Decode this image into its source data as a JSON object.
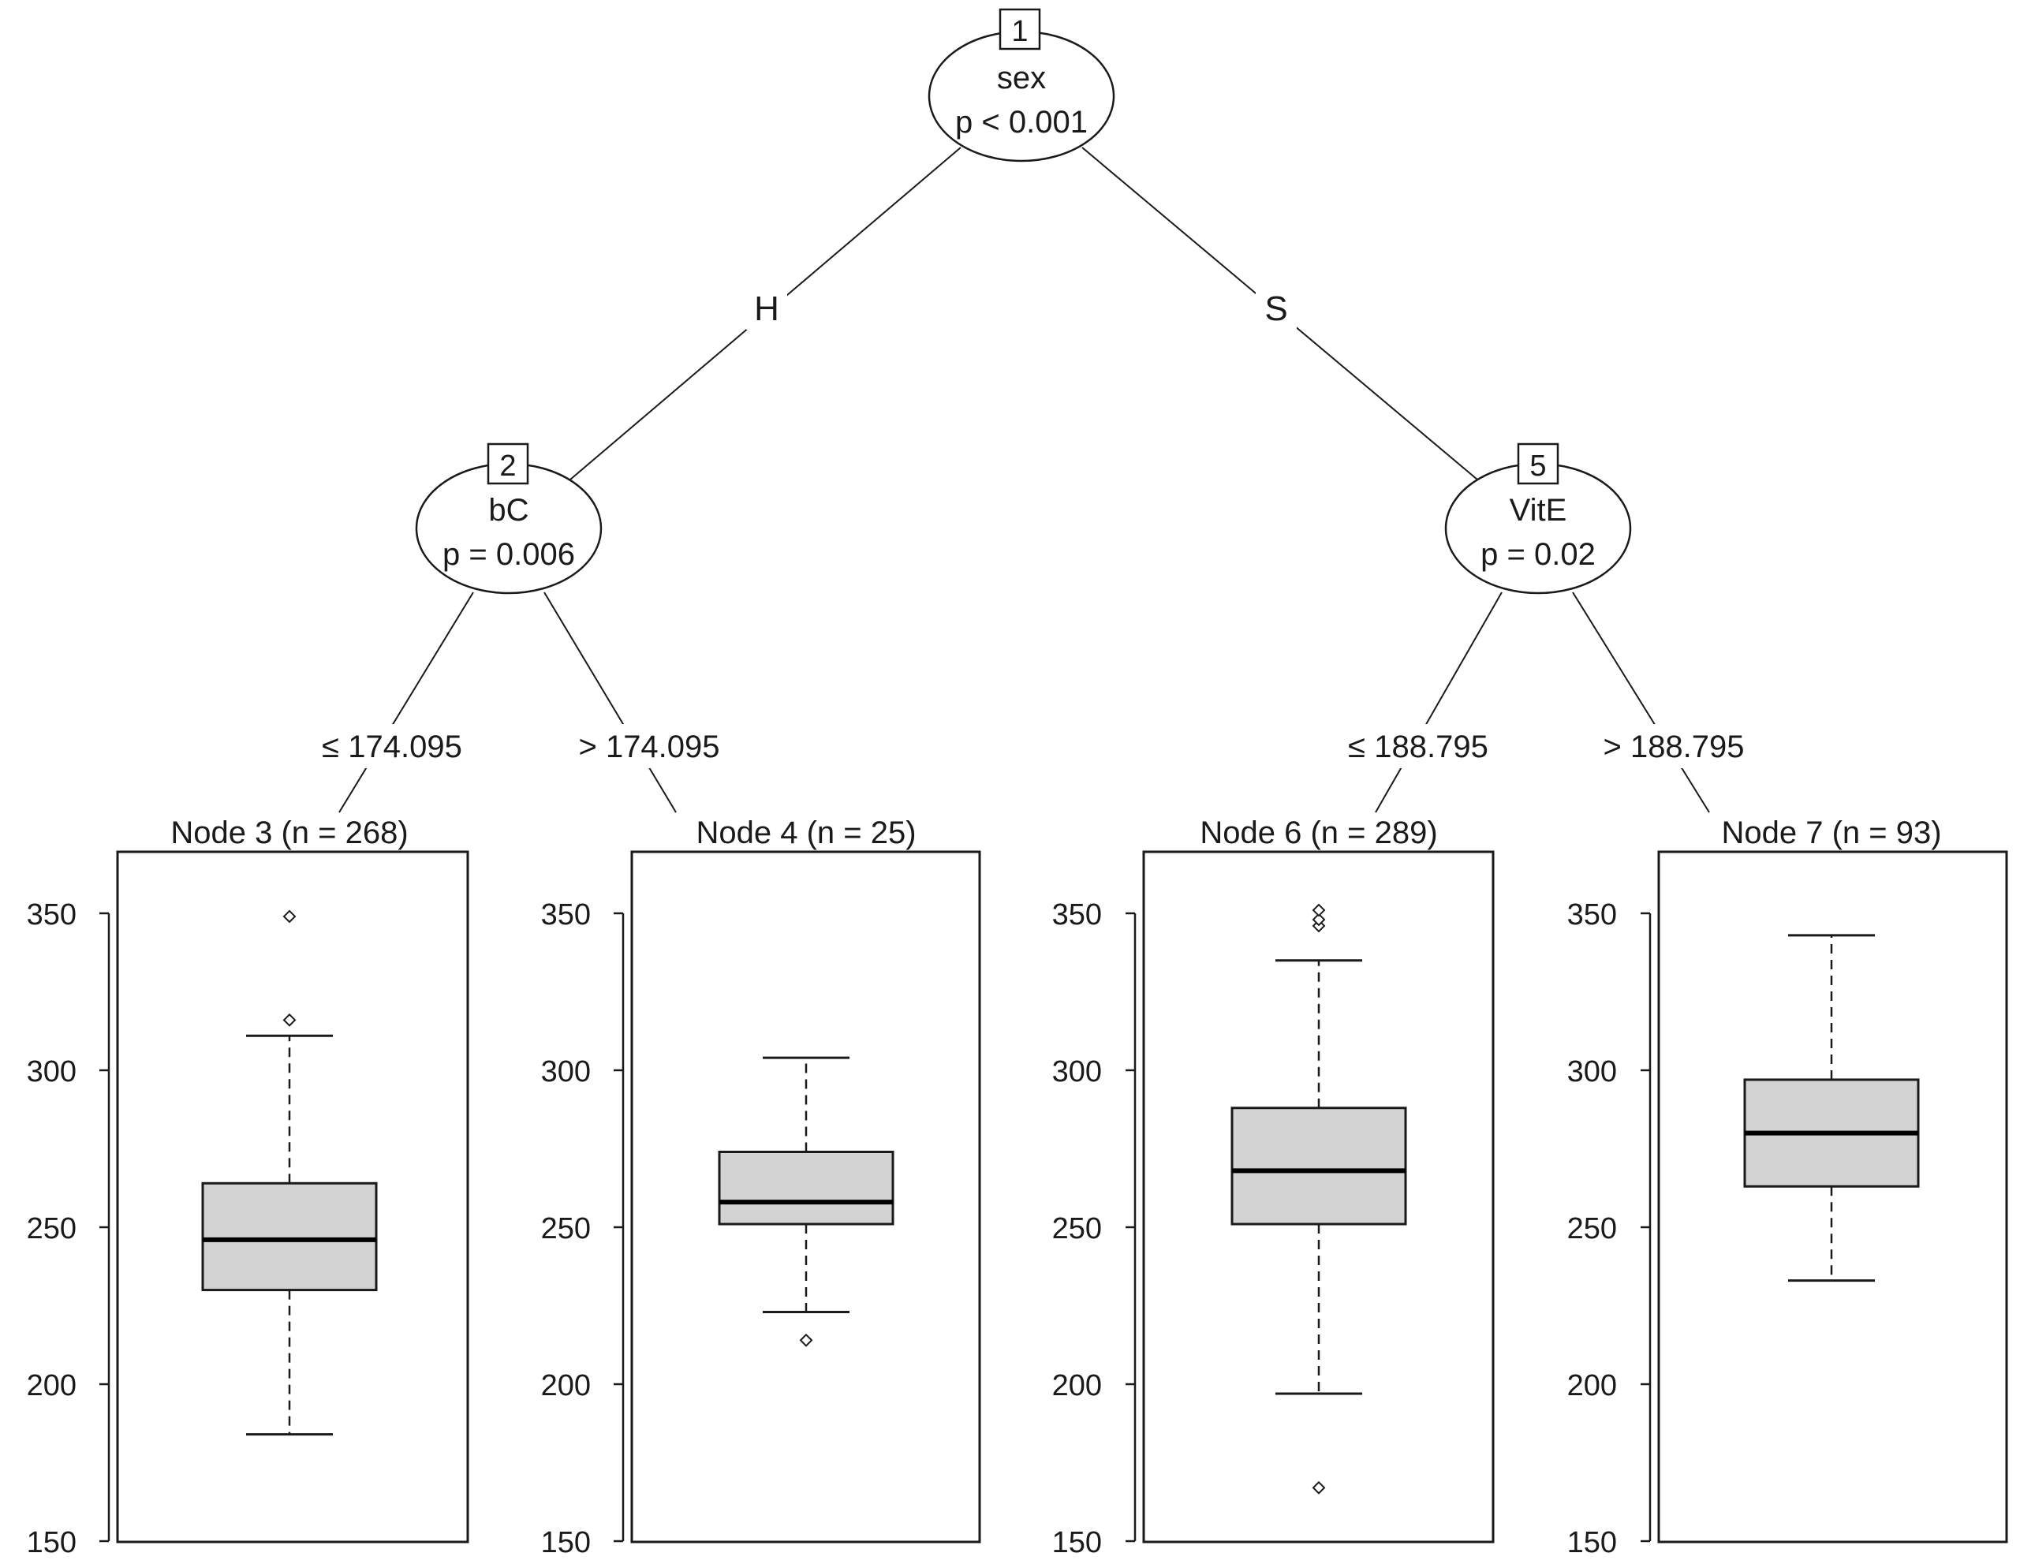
{
  "chart_data": {
    "type": "decision-tree-boxplot",
    "inner_nodes": [
      {
        "id": "1",
        "variable": "sex",
        "pvalue": "p < 0.001"
      },
      {
        "id": "2",
        "variable": "bC",
        "pvalue": "p = 0.006"
      },
      {
        "id": "5",
        "variable": "VitE",
        "pvalue": "p = 0.02"
      }
    ],
    "edges": [
      {
        "from": "1",
        "to": "2",
        "label": "H"
      },
      {
        "from": "1",
        "to": "5",
        "label": "S"
      },
      {
        "from": "2",
        "to": "3",
        "label": "≤ 174.095"
      },
      {
        "from": "2",
        "to": "4",
        "label": "> 174.095"
      },
      {
        "from": "5",
        "to": "6",
        "label": "≤ 188.795"
      },
      {
        "from": "5",
        "to": "7",
        "label": "> 188.795"
      }
    ],
    "ylim": [
      150,
      370
    ],
    "yticks": [
      150,
      200,
      250,
      300,
      350
    ],
    "box_fill": "#d3d3d3",
    "terminal_nodes": [
      {
        "id": "3",
        "title": "Node 3 (n = 268)",
        "n": 268,
        "stats": {
          "whisker_low": 184,
          "q1": 230,
          "median": 246,
          "q3": 264,
          "whisker_high": 311
        },
        "outliers": [
          316,
          349
        ]
      },
      {
        "id": "4",
        "title": "Node 4 (n = 25)",
        "n": 25,
        "stats": {
          "whisker_low": 223,
          "q1": 251,
          "median": 258,
          "q3": 274,
          "whisker_high": 304
        },
        "outliers": [
          214
        ]
      },
      {
        "id": "6",
        "title": "Node 6 (n = 289)",
        "n": 289,
        "stats": {
          "whisker_low": 197,
          "q1": 251,
          "median": 268,
          "q3": 288,
          "whisker_high": 335
        },
        "outliers": [
          167,
          346,
          348,
          351
        ]
      },
      {
        "id": "7",
        "title": "Node 7 (n = 93)",
        "n": 93,
        "stats": {
          "whisker_low": 233,
          "q1": 263,
          "median": 280,
          "q3": 297,
          "whisker_high": 343
        },
        "outliers": []
      }
    ]
  }
}
